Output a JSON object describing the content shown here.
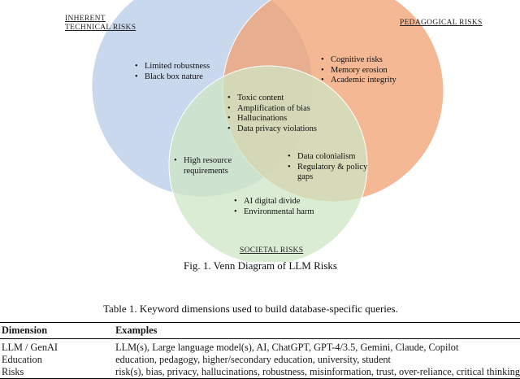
{
  "figure": {
    "circles": {
      "technical": {
        "label_lines": [
          "INHERENT",
          "TECHNICAL RISKS"
        ],
        "color": "#b8cbe8"
      },
      "pedagogical": {
        "label_lines": [
          "PEDAGOGICAL RISKS"
        ],
        "color": "#f0a070"
      },
      "societal": {
        "label_lines": [
          "SOCIETAL RISKS"
        ],
        "color": "#cde6c4"
      }
    },
    "regions": {
      "technical_only": [
        "Limited robustness",
        "Black box nature"
      ],
      "pedagogical_only": [
        "Cognitive risks",
        "Memory erosion",
        "Academic integrity"
      ],
      "center": [
        "Toxic content",
        "Amplification of bias",
        "Hallucinations",
        "Data privacy violations"
      ],
      "technical_societal": [
        "High resource requirements"
      ],
      "pedagogical_societal": [
        "Data colonialism",
        "Regulatory & policy gaps"
      ],
      "societal_only": [
        "AI digital divide",
        "Environmental harm"
      ]
    },
    "caption": "Fig. 1.  Venn Diagram of LLM Risks"
  },
  "table": {
    "caption": "Table 1.  Keyword dimensions used to build database-specific queries.",
    "headers": [
      "Dimension",
      "Examples"
    ],
    "rows": [
      [
        "LLM / GenAI",
        "LLM(s), Large language model(s), AI, ChatGPT, GPT-4/3.5, Gemini, Claude, Copilot"
      ],
      [
        "Education",
        "education, pedagogy, higher/secondary education, university, student"
      ],
      [
        "Risks",
        "risk(s), bias, privacy, hallucinations, robustness, misinformation, trust, over-reliance, critical thinking"
      ]
    ]
  }
}
